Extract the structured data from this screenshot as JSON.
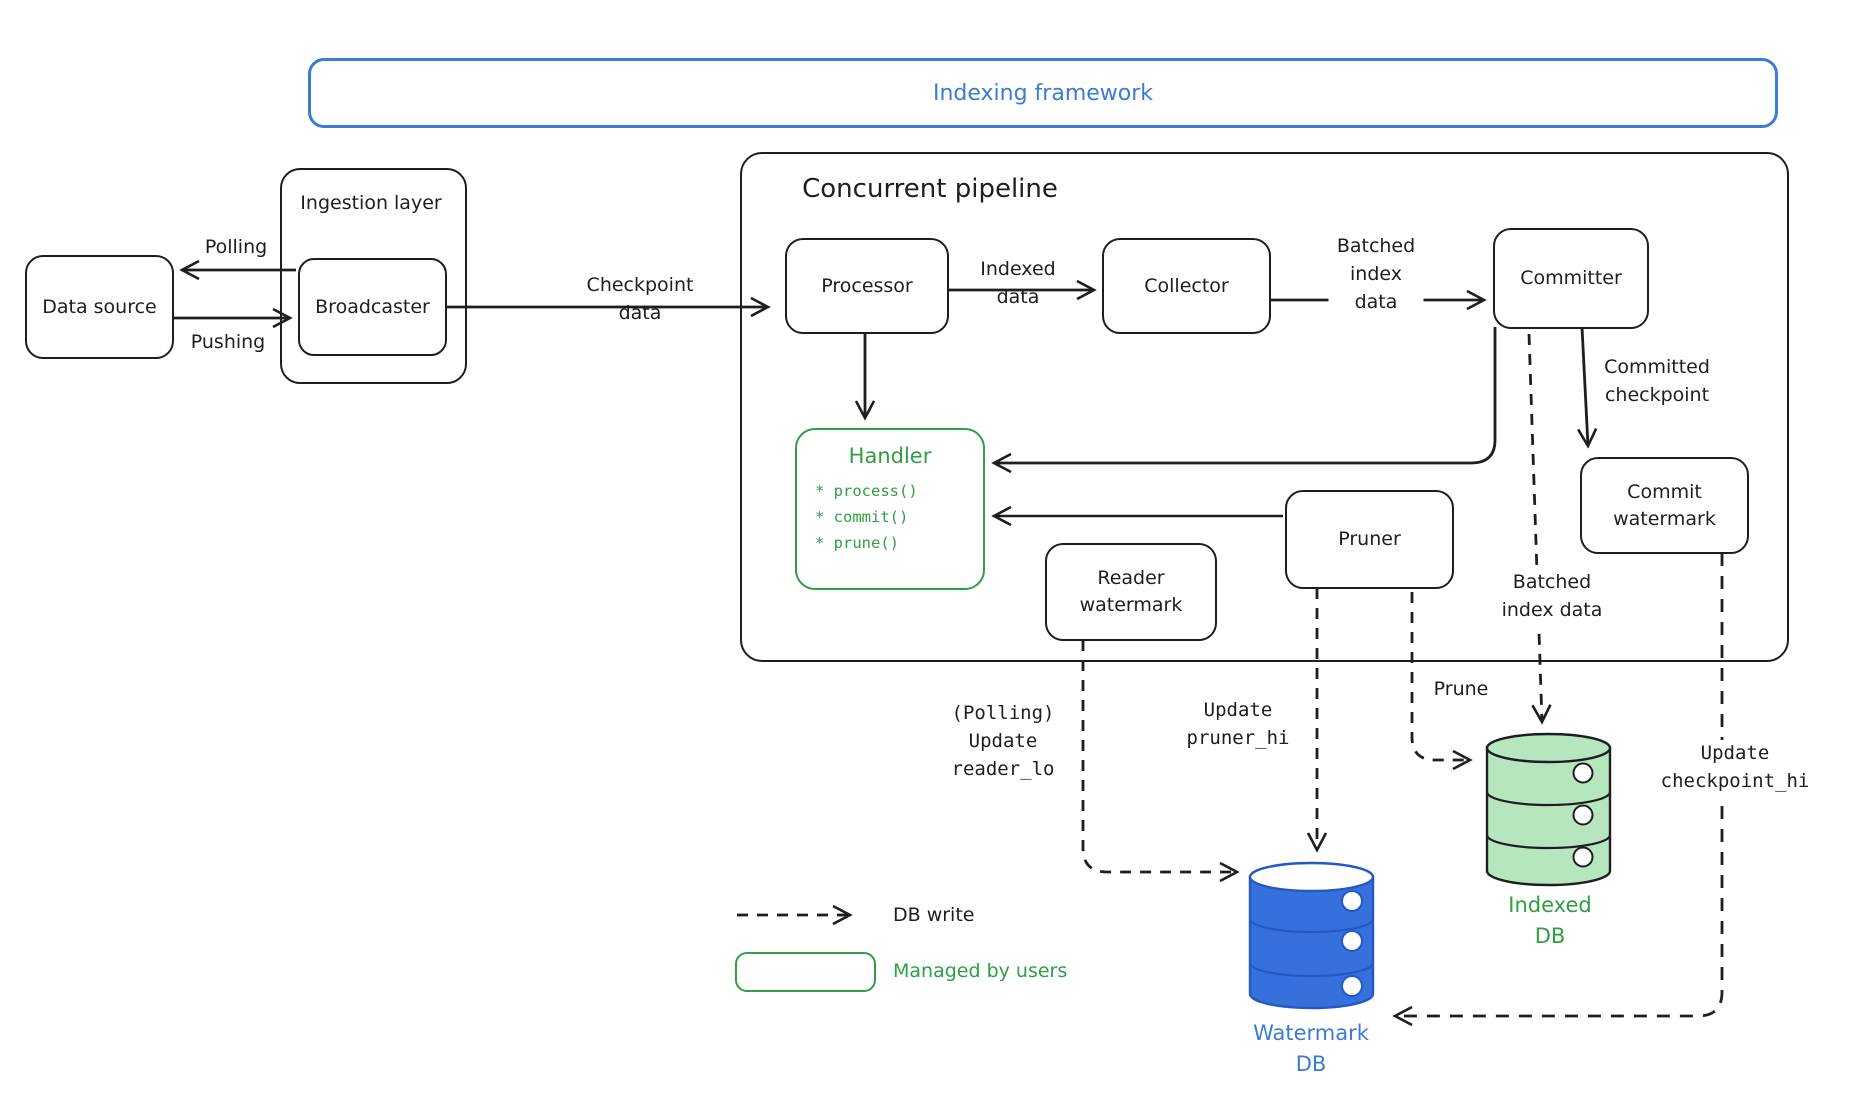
{
  "banner": {
    "title": "Indexing framework"
  },
  "pipeline": {
    "title": "Concurrent pipeline"
  },
  "nodes": {
    "data_source": "Data source",
    "ingestion_layer": "Ingestion layer",
    "broadcaster": "Broadcaster",
    "processor": "Processor",
    "collector": "Collector",
    "committer": "Committer",
    "commit_watermark": "Commit watermark",
    "handler": {
      "title": "Handler",
      "methods": [
        "* process()",
        "* commit()",
        "* prune()"
      ]
    },
    "pruner": "Pruner",
    "reader_watermark": "Reader watermark"
  },
  "edges": {
    "polling": "Polling",
    "pushing": "Pushing",
    "checkpoint_data": "Checkpoint data",
    "indexed_data": "Indexed data",
    "batched_index_data_top": "Batched index data",
    "committed_checkpoint": "Committed checkpoint",
    "batched_index_data_bottom": {
      "line1": "Batched",
      "line2": "index data"
    },
    "prune": "Prune",
    "update_reader_lo": {
      "line1": "(Polling)",
      "line2": "Update",
      "line3": "reader_lo"
    },
    "update_pruner_hi": {
      "line1": "Update",
      "line2": "pruner_hi"
    },
    "update_checkpoint_hi": {
      "line1": "Update",
      "line2": "checkpoint_hi"
    }
  },
  "databases": {
    "watermark_db": "Watermark DB",
    "indexed_db": "Indexed DB"
  },
  "legend": {
    "db_write": "DB write",
    "managed_by_users": "Managed by users"
  },
  "colors": {
    "ink": "#1e1e1e",
    "blue_accent": "#3a7bd5",
    "blue_db_fill": "#3670dd",
    "blue_db_stroke": "#2458c5",
    "green_accent": "#2f9e44",
    "green_db_fill": "#b5e6be"
  }
}
